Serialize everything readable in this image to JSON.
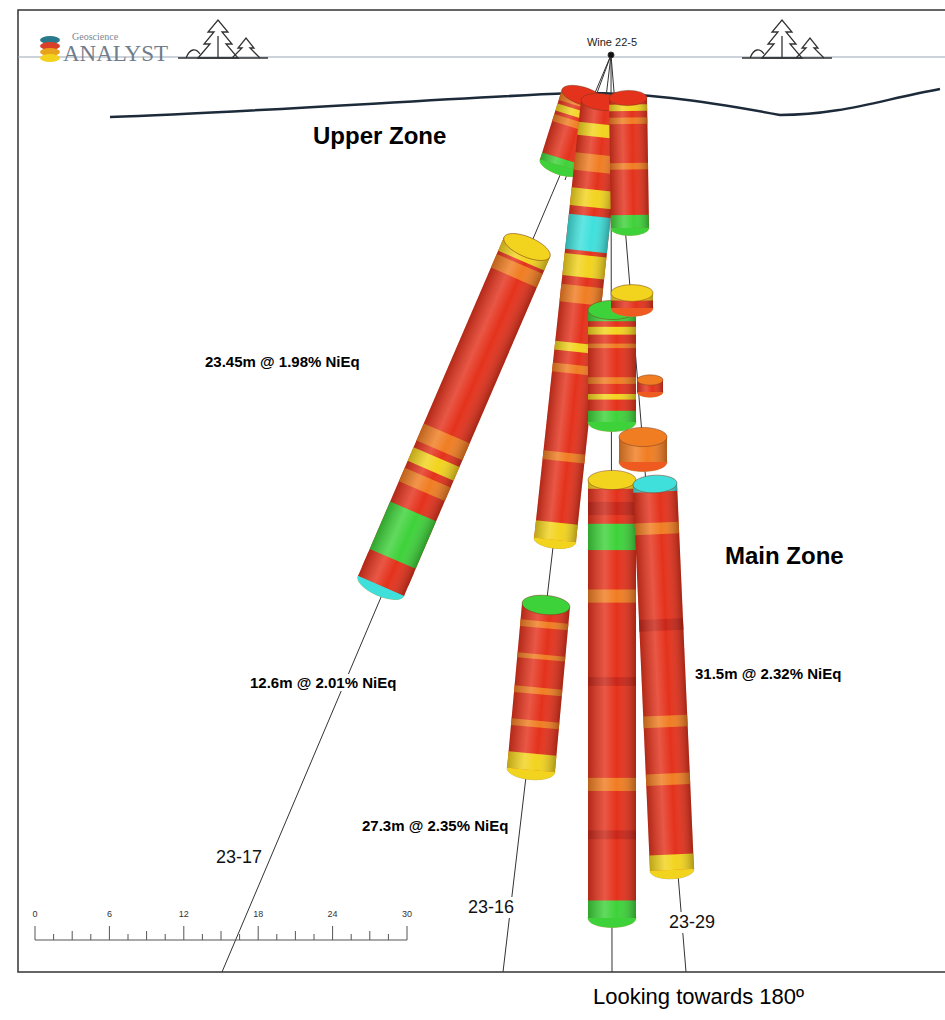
{
  "diagram": {
    "labels": [
      "Geoscience",
      "ANALYST",
      "Wine 22-5",
      "Upper Zone",
      "23.45m @ 1.98% NiEq",
      "Main Zone",
      "12.6m @ 2.01% NiEq",
      "31.5m @ 2.32% NiEq",
      "27.3m @ 2.35% NiEq",
      "23-17",
      "23-16",
      "23-29",
      "0",
      "6",
      "12",
      "18",
      "24",
      "30",
      "Looking towards 180º"
    ]
  }
}
